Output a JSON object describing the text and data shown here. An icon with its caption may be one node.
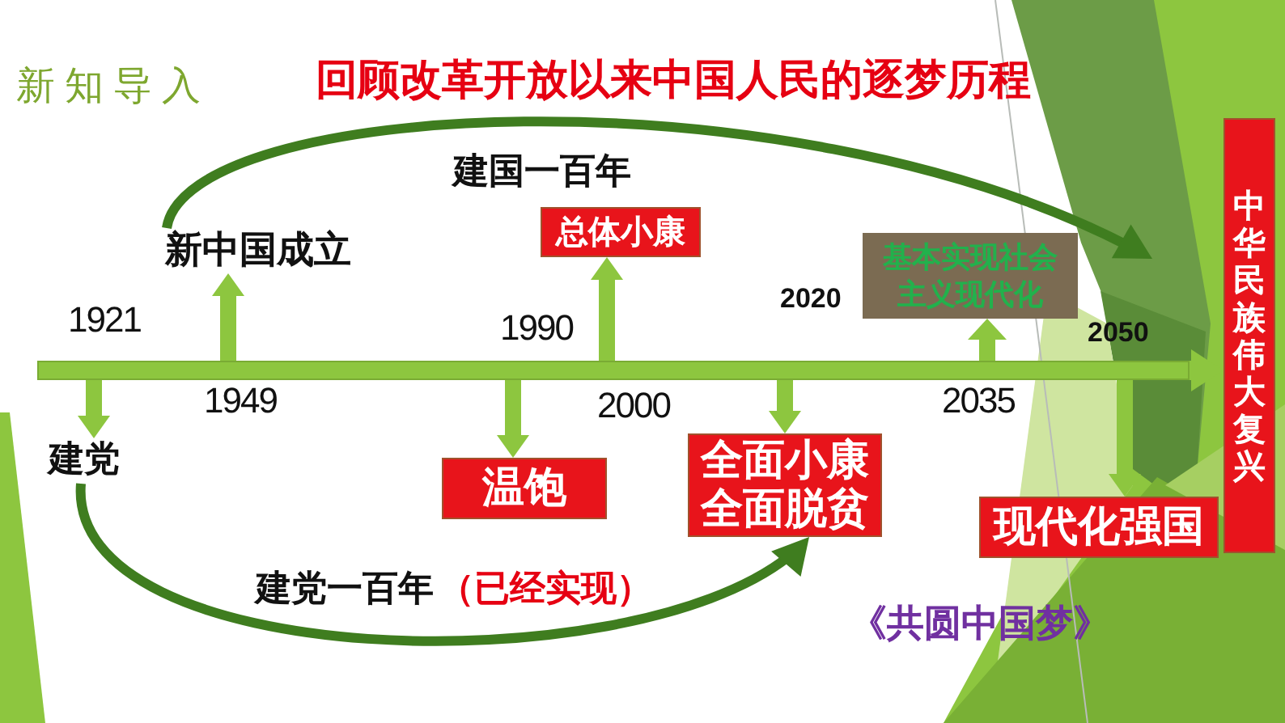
{
  "diagram": {
    "title": "回顾改革开放以来中国人民的逐梦历程",
    "nodes": [
      {
        "text": [],
        "shape": "bar"
      },
      {
        "text": [
          "建党"
        ]
      },
      {
        "text": [
          "新中国成立"
        ]
      },
      {
        "text": [
          "温饱"
        ]
      },
      {
        "text": [
          "总体小康"
        ]
      },
      {
        "text": [
          "全面小康",
          "全面脱贫"
        ]
      },
      {
        "text": [
          "基本实现社会主义现代化"
        ]
      },
      {
        "text": [
          "现代化强国"
        ]
      },
      {
        "text": [
          "中华民族伟大复兴"
        ]
      }
    ],
    "edges": [
      {
        "from": 0,
        "to": 8,
        "arrow": "to"
      },
      {
        "from": 0,
        "to": 1,
        "arrow": "to"
      },
      {
        "from": 0,
        "to": 2,
        "arrow": "to"
      },
      {
        "from": 0,
        "to": 3,
        "arrow": "to"
      },
      {
        "from": 0,
        "to": 4,
        "arrow": "to"
      },
      {
        "from": 0,
        "to": 5,
        "arrow": "to"
      },
      {
        "from": 0,
        "to": 6,
        "arrow": "to"
      },
      {
        "from": 0,
        "to": 7,
        "arrow": "to"
      },
      {
        "from": 2,
        "to": null,
        "arrow": "to",
        "label": "建国一百年",
        "color": "#3f7d1f"
      },
      {
        "from": 1,
        "to": 5,
        "arrow": "to",
        "label": "建党一百年",
        "color": "#3f7d1f"
      }
    ],
    "labels": [
      "新知导入",
      "1921",
      "1949",
      "1990",
      "2000",
      "2020",
      "2035",
      "2050",
      "（已经实现）",
      "《共圆中国梦》"
    ]
  }
}
